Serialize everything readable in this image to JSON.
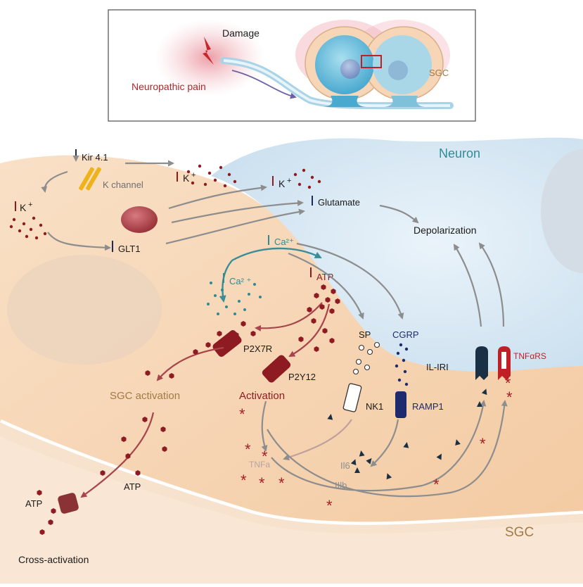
{
  "inset": {
    "damage": "Damage",
    "neuropathic_pain": "Neuropathic pain",
    "sgc": "SGC"
  },
  "labels": {
    "neuron": "Neuron",
    "sgc": "SGC",
    "kir": "Kir 4.1",
    "k_channel": "K channel",
    "k_plus_left": "K",
    "k_plus_mid": "K",
    "k_plus_neuron": "K",
    "plus_sign": "+",
    "glutamate": "Glutamate",
    "glt1": "GLT1",
    "depolarization": "Depolarization",
    "ca_top": "Ca²⁺",
    "ca_left": "Ca² ⁺",
    "atp_top": "ATP",
    "p2x7r": "P2X7R",
    "p2y12": "P2Y12",
    "sgc_activation": "SGC activation",
    "activation": "Activation",
    "sp": "SP",
    "cgrp": "CGRP",
    "nk1": "NK1",
    "ramp1": "RAMP1",
    "il_iri": "IL-IRI",
    "tnf_rs": "TNFαRS",
    "tnfa": "TNFa",
    "il6": "Il6",
    "il1b": "IIlb",
    "atp_low": "ATP",
    "atp_bottom": "ATP",
    "cross_activation": "Cross-activation"
  },
  "colors": {
    "neuron_fill": "#dbeaf5",
    "sgc_fill": "#f6d6b7",
    "atp_red": "#8e1b22",
    "ca_teal": "#2f8a93",
    "receptor_navy": "#1d2a6e",
    "receptor_dark": "#1a3145",
    "receptor_red": "#c01f25",
    "inset_red": "#b3262a",
    "sgc_brown": "#a27a45"
  }
}
